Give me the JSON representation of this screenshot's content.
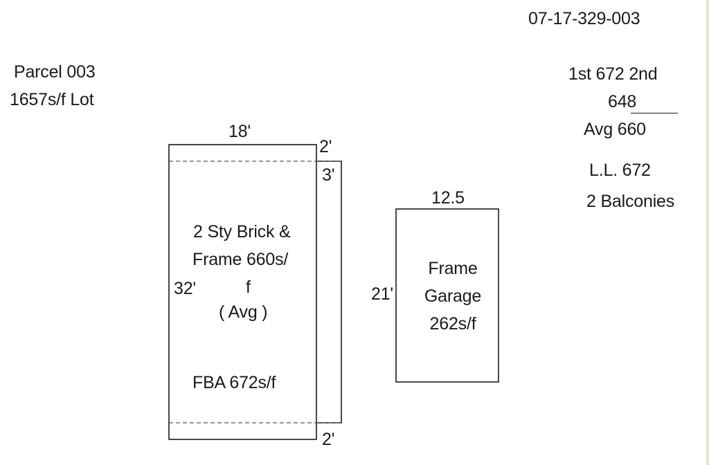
{
  "header": {
    "parcel_id": "07-17-329-003"
  },
  "lot_info": {
    "parcel_label": "Parcel 003",
    "lot_area": "1657s/f Lot"
  },
  "area_notes": {
    "line1": "1st  672 2nd",
    "line2": "648",
    "line3": "Avg  660",
    "line4": "L.L.  672",
    "line5": "2 Balconies"
  },
  "house": {
    "top_width": "18'",
    "side_top_dim": "2'",
    "side_offset_dim": "3'",
    "side_bottom_dim": "2'",
    "left_depth": "32'",
    "desc_line1": "2 Sty Brick &",
    "desc_line2": "Frame 660s/",
    "desc_line3": "f",
    "desc_line4": "( Avg )",
    "fba": "FBA 672s/f"
  },
  "garage": {
    "top_width": "12.5",
    "left_depth": "21'",
    "desc_line1": "Frame",
    "desc_line2": "Garage",
    "desc_line3": "262s/f"
  },
  "colors": {
    "line": "#1a1a1a",
    "background": "#ffffff",
    "edge": "#e9e2c8"
  }
}
